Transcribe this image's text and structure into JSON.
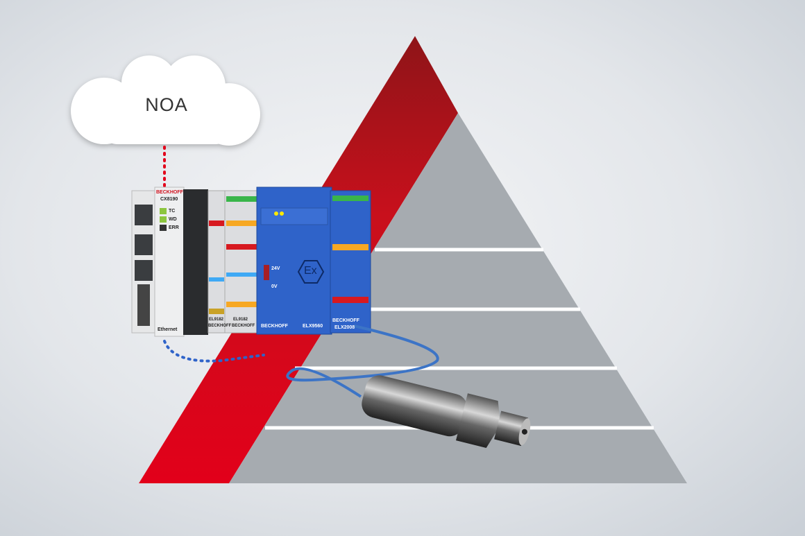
{
  "cloud": {
    "label": "NOA"
  },
  "controller": {
    "brand": "BECKHOFF",
    "model": "CX8190",
    "leds": [
      "TC",
      "WD",
      "ERR"
    ],
    "port_label": "Ethernet"
  },
  "terminals": [
    {
      "label": "EL9182",
      "brand": "BECKHOFF"
    },
    {
      "label": "EL9182",
      "brand": "BECKHOFF"
    },
    {
      "label": "ELX9560",
      "brand": "BECKHOFF",
      "mark": "Ex",
      "pins": [
        "24V",
        "0V"
      ]
    },
    {
      "label": "ELX2008",
      "brand": "BECKHOFF"
    }
  ],
  "colors": {
    "red": "#e2001a",
    "dark_red": "#9b1418",
    "gray": "#a6abb0",
    "blue": "#2f63c9"
  }
}
